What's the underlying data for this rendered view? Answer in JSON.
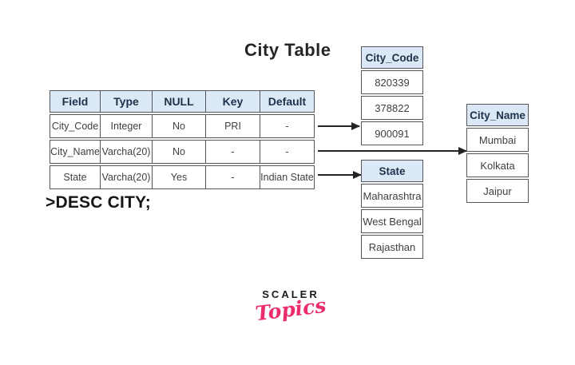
{
  "title": "City Table",
  "command": ">DESC CITY;",
  "schema_table": {
    "headers": [
      "Field",
      "Type",
      "NULL",
      "Key",
      "Default"
    ],
    "rows": [
      [
        "City_Code",
        "Integer",
        "No",
        "PRI",
        "-"
      ],
      [
        "City_Name",
        "Varcha(20)",
        "No",
        "-",
        "-"
      ],
      [
        "State",
        "Varcha(20)",
        "Yes",
        "-",
        "Indian State"
      ]
    ]
  },
  "value_tables": [
    {
      "header": "City_Code",
      "values": [
        "820339",
        "378822",
        "900091"
      ]
    },
    {
      "header": "State",
      "values": [
        "Maharashtra",
        "West Bengal",
        "Rajasthan"
      ]
    },
    {
      "header": "City_Name",
      "values": [
        "Mumbai",
        "Kolkata",
        "Jaipur"
      ]
    }
  ],
  "logo": {
    "brand": "SCALER",
    "sub": "Topics"
  },
  "colors": {
    "header_fill": "#dbe9f6",
    "border": "#54565a",
    "arrow": "#242424",
    "accent_pink": "#ec2d6d",
    "text": "#3f3f3f"
  }
}
